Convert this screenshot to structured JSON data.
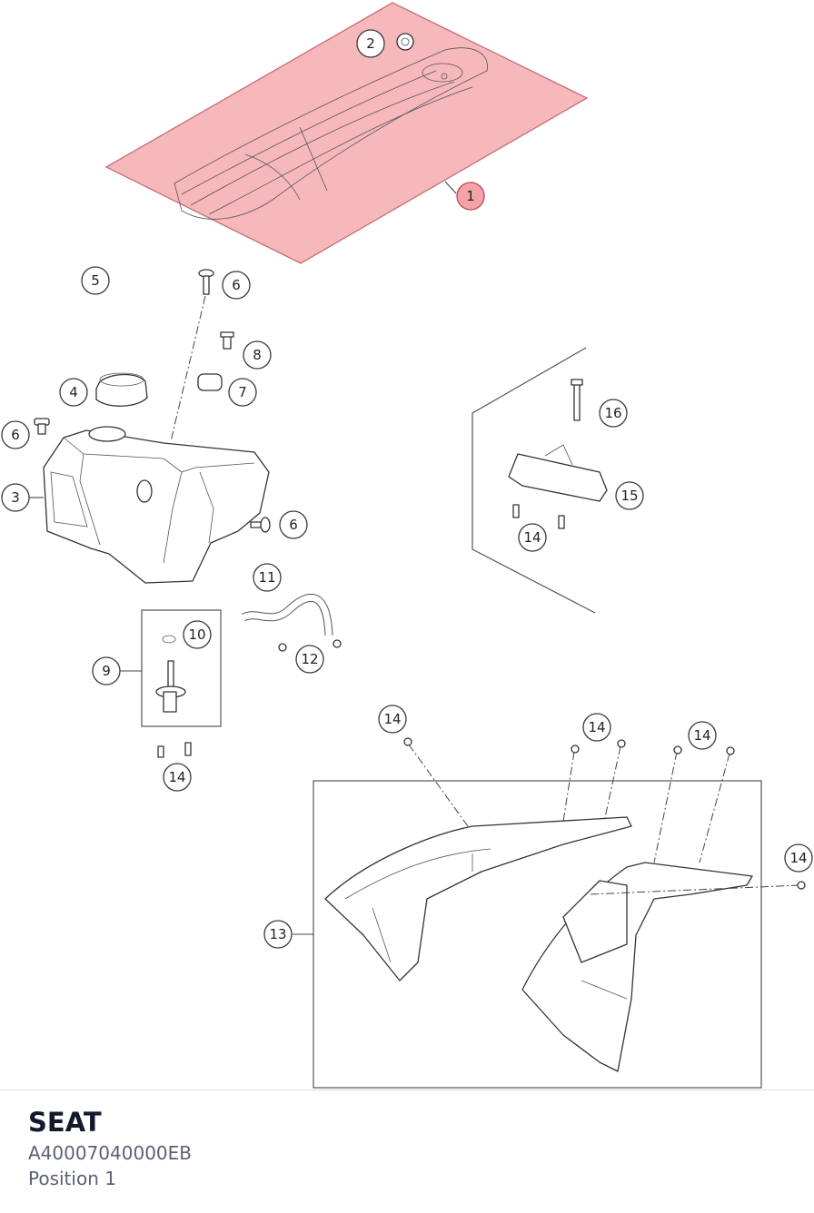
{
  "diagram": {
    "callouts": [
      "1",
      "2",
      "3",
      "4",
      "5",
      "6",
      "7",
      "8",
      "9",
      "10",
      "11",
      "12",
      "13",
      "14",
      "15",
      "16"
    ],
    "highlight_color": "#f5a3a8",
    "highlighted_part": "1"
  },
  "footer": {
    "title": "SEAT",
    "part_number": "A40007040000EB",
    "position": "Position 1"
  }
}
